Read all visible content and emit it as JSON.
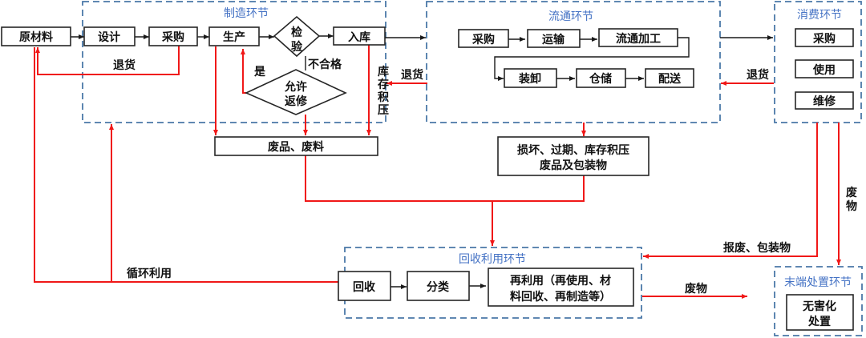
{
  "stages": {
    "manufacturing": "制造环节",
    "circulation": "流通环节",
    "consumption": "消费环节",
    "recycling": "回收利用环节",
    "end_disposal": "末端处置环节"
  },
  "nodes": {
    "raw_material": "原材料",
    "design": "设计",
    "purchase_mfg": "采购",
    "production": "生产",
    "inspection_1": "检",
    "inspection_2": "验",
    "warehousing": "入库",
    "allow_rework_1": "允许",
    "allow_rework_2": "返修",
    "purchase_circ": "采购",
    "transport": "运输",
    "circ_processing": "流通加工",
    "loading": "装卸",
    "storage": "仓储",
    "delivery": "配送",
    "purchase_cons": "采购",
    "use": "使用",
    "repair": "维修",
    "scrap_waste": "废品、废料",
    "damaged_1": "损坏、过期、库存积压",
    "damaged_2": "废品及包装物",
    "recover": "回收",
    "sort": "分类",
    "reuse_1": "再利用（再使用、材",
    "reuse_2": "料回收、再制造等）",
    "harmless_1": "无害化",
    "harmless_2": "处置"
  },
  "labels": {
    "return_mfg": "退货",
    "return_circ": "退货",
    "return_cons": "退货",
    "unqualified": "不合格",
    "yes": "是",
    "overstock_1": "库",
    "overstock_2": "存",
    "overstock_3": "积",
    "overstock_4": "压",
    "recycle_use": "循环利用",
    "scrap_packaging": "报废、包装物",
    "waste_h": "废物",
    "waste_v1": "废",
    "waste_v2": "物"
  },
  "colors": {
    "stage_title": "#4472c4",
    "stage_border": "#4a78a8",
    "flow_red": "#f01818",
    "flow_black": "#1a1a1a"
  }
}
